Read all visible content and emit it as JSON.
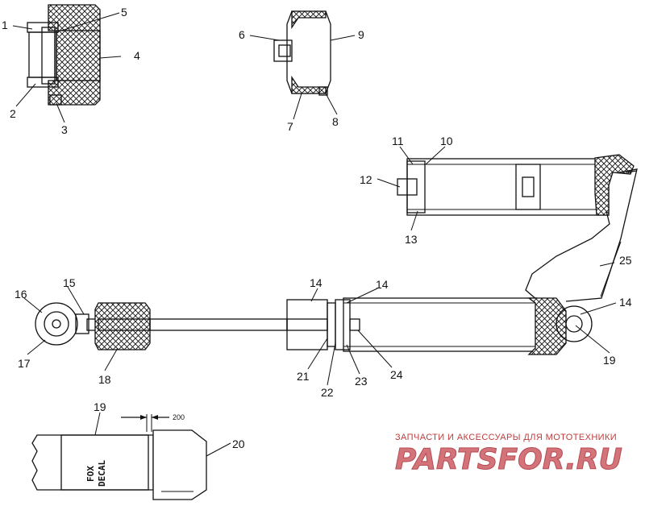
{
  "diagram": {
    "callouts": [
      "1",
      "2",
      "3",
      "4",
      "5",
      "6",
      "7",
      "8",
      "9",
      "10",
      "11",
      "12",
      "13",
      "14",
      "14",
      "14",
      "15",
      "16",
      "17",
      "18",
      "19",
      "19",
      "20",
      "21",
      "22",
      "23",
      "24",
      "25"
    ],
    "dimension_label": "200",
    "decal_text": [
      "FOX",
      "DECAL"
    ]
  },
  "watermark": {
    "tagline": "ЗАПЧАСТИ И АКСЕССУАРЫ ДЛЯ МОТОТЕХНИКИ",
    "brand": "PARTSFOR.RU",
    "colors": {
      "primary": "#c23a3a",
      "fill": "#d2747a"
    }
  }
}
